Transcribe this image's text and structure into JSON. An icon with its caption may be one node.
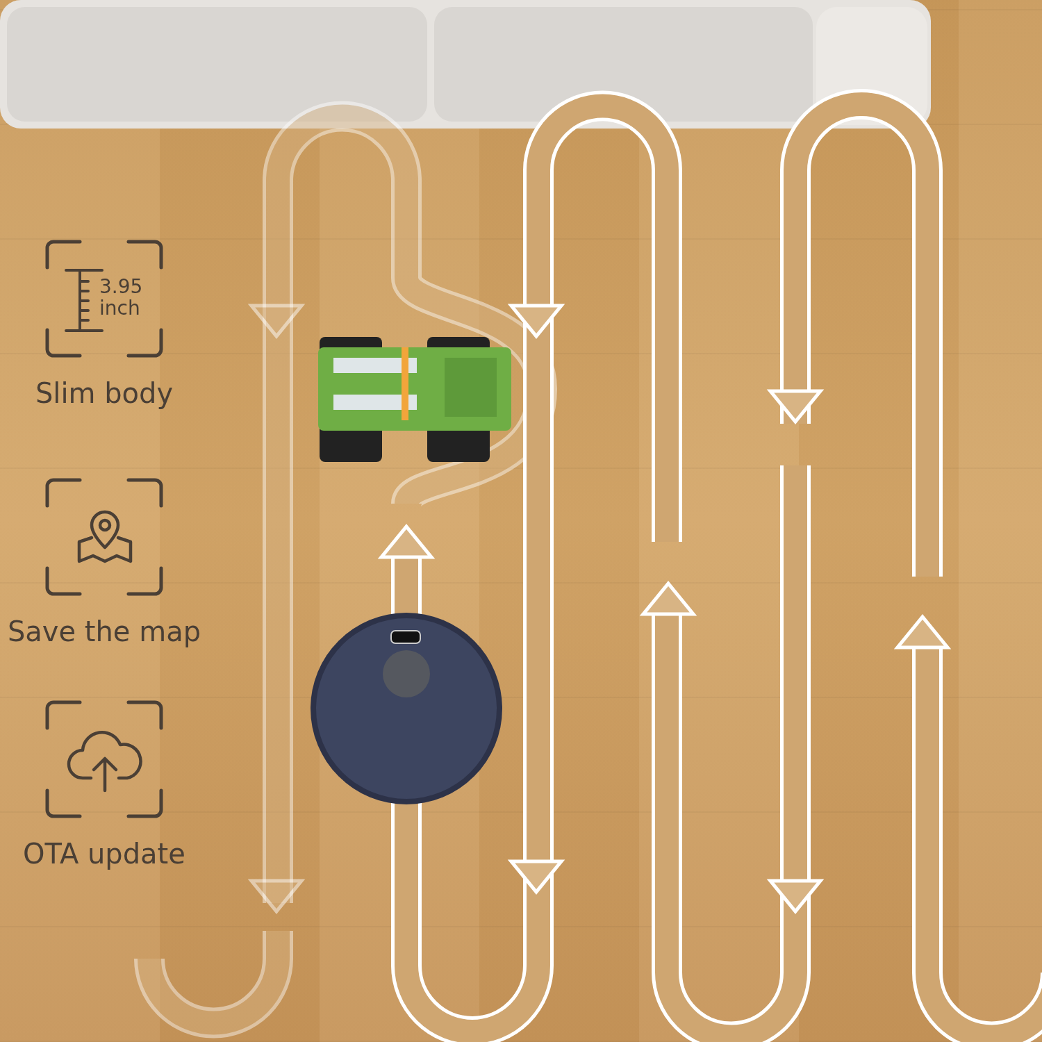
{
  "diagram": {
    "nodes": [
      {
        "text": [
          "3.95 inch",
          "Slim body"
        ]
      },
      {
        "text": [
          "Save the map"
        ]
      },
      {
        "text": [
          "OTA update"
        ]
      }
    ]
  }
}
